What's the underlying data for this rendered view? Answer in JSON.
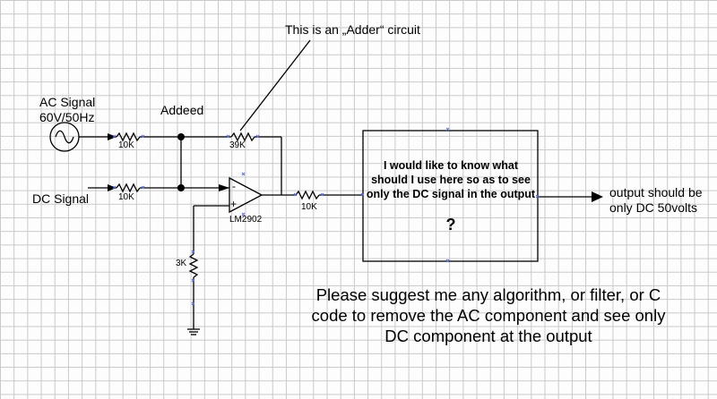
{
  "annotation_title": "This is an „Adder“ circuit",
  "ac_source": {
    "line1": "AC Signal",
    "line2": "60V/50Hz",
    "icon": "ac-source-icon"
  },
  "dc_source_label": "DC Signal",
  "node_label": "Addeed",
  "resistors": {
    "r_ac": "10K",
    "r_dc": "10K",
    "r_feedback": "39K",
    "r_out": "10K",
    "r_ground": "3K"
  },
  "opamp": {
    "part": "LM2902",
    "minus": "-",
    "plus": "+"
  },
  "box": {
    "text": "I would like to know what should I use here so as to see only the DC signal in the output",
    "mark": "?"
  },
  "output_note": {
    "line1": "output should be",
    "line2": "only DC 50volts"
  },
  "question": "Please suggest me any algorithm, or filter, or C code to remove the AC component and see only DC component at the output"
}
